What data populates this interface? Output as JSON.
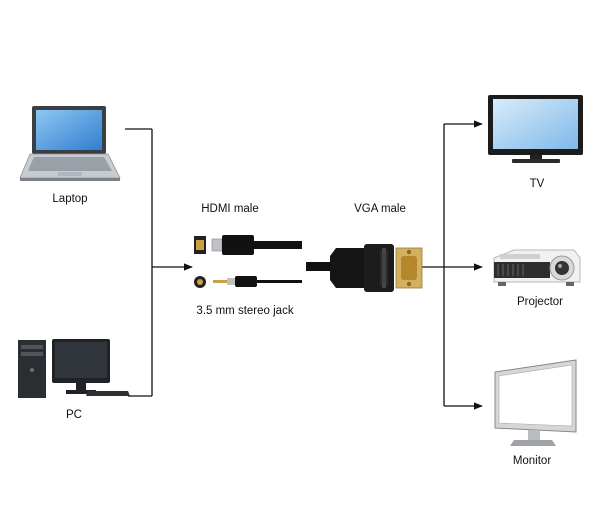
{
  "sources": [
    {
      "label": "Laptop",
      "icon": "laptop-icon"
    },
    {
      "label": "PC",
      "icon": "desktop-pc-icon"
    }
  ],
  "cable": {
    "hdmi_label": "HDMI male",
    "vga_label": "VGA male",
    "audio_label": "3.5 mm stereo jack"
  },
  "outputs": [
    {
      "label": "TV",
      "icon": "tv-icon"
    },
    {
      "label": "Projector",
      "icon": "projector-icon"
    },
    {
      "label": "Monitor",
      "icon": "monitor-icon"
    }
  ],
  "colors": {
    "line": "#111111",
    "screen_blue": "#3a8ed6",
    "vga_gold": "#c79a3a"
  }
}
